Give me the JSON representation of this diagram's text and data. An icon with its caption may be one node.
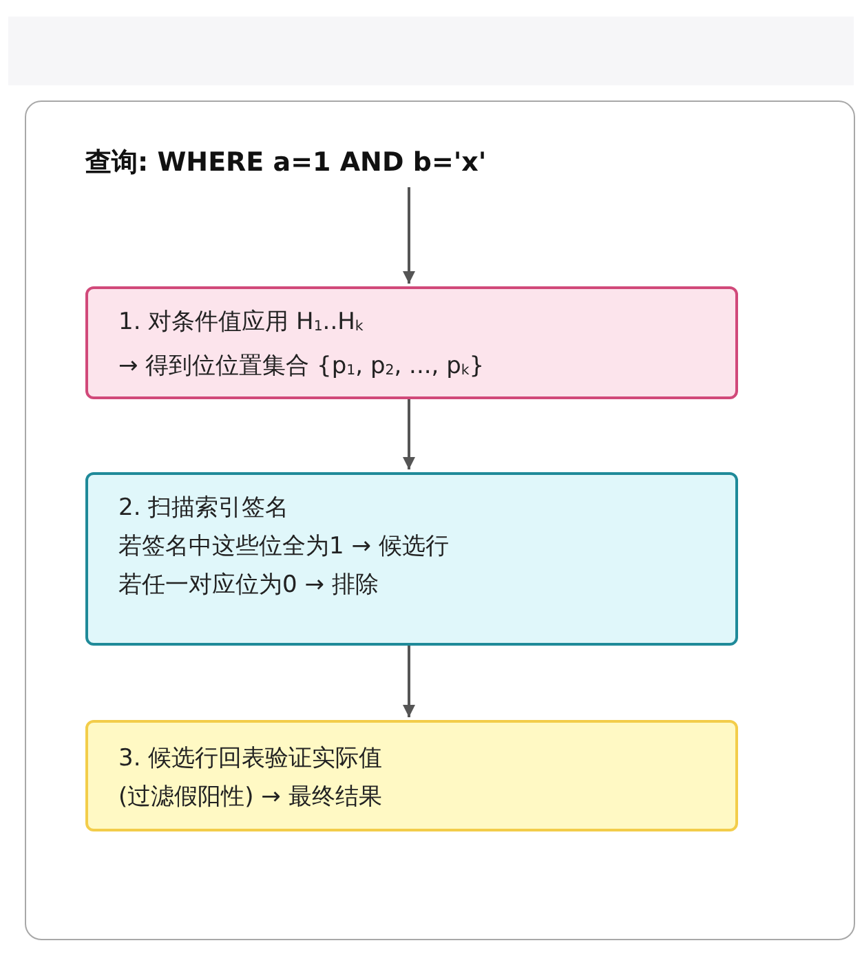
{
  "diagram": {
    "nodes": [
      {
        "text": [],
        "shape": "box"
      },
      {
        "text": [
          "查询: WHERE a=1 AND b='x'"
        ],
        "in": 0
      },
      {
        "text": [
          "1. 对条件值应用 H$_{1}$..H$_{k}$",
          "→ 得到位位置集合 {p$_{1}$, p$_{2}$, ..., p$_{k}$}"
        ],
        "in": 0
      },
      {
        "text": [
          "2. 扫描索引签名",
          "若签名中这些位全为1 → 候选行",
          "若任一对应位为0 → 排除"
        ],
        "in": 0
      },
      {
        "text": [
          "3. 候选行回表验证实际值",
          "(过滤假阳性) → 最终结果"
        ],
        "in": 0
      }
    ],
    "edges": [
      {
        "from": 1,
        "to": 2,
        "arrow": "to"
      },
      {
        "from": 2,
        "to": 3,
        "arrow": "to"
      },
      {
        "from": 3,
        "to": 4,
        "arrow": "to"
      }
    ]
  }
}
